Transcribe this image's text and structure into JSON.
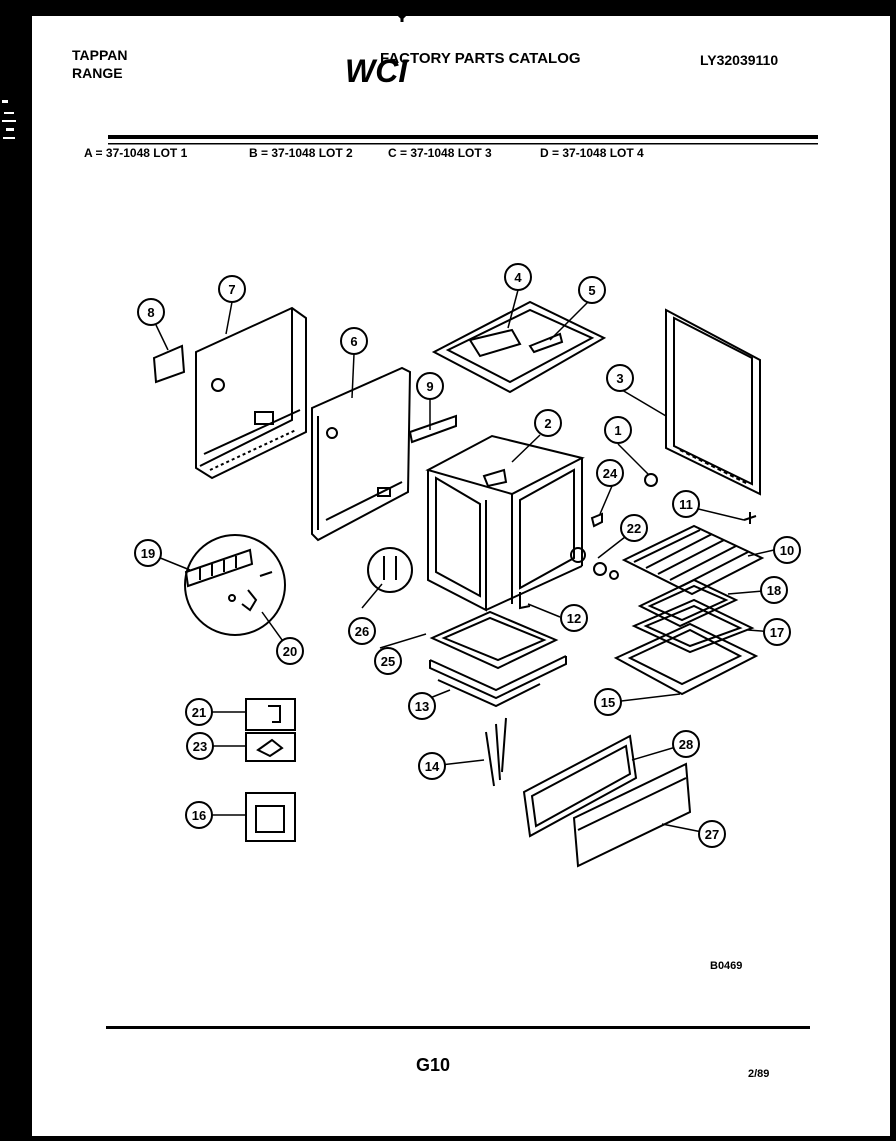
{
  "header": {
    "brand_line1": "TAPPAN",
    "brand_line2": "RANGE",
    "logo": "WCI",
    "catalog_title": "FACTORY PARTS CATALOG",
    "model_number": "LY32039110"
  },
  "lots": [
    {
      "text": "A = 37-1048 LOT 1"
    },
    {
      "text": "B = 37-1048 LOT 2"
    },
    {
      "text": "C = 37-1048 LOT 3"
    },
    {
      "text": "D = 37-1048 LOT 4"
    }
  ],
  "callouts": [
    "1",
    "2",
    "3",
    "4",
    "5",
    "6",
    "7",
    "8",
    "9",
    "10",
    "11",
    "12",
    "13",
    "14",
    "15",
    "16",
    "17",
    "18",
    "19",
    "20",
    "21",
    "22",
    "23",
    "24",
    "25",
    "26",
    "27",
    "28"
  ],
  "footer": {
    "drawing_code": "B0469",
    "page": "G10",
    "date_code": "2/89"
  }
}
